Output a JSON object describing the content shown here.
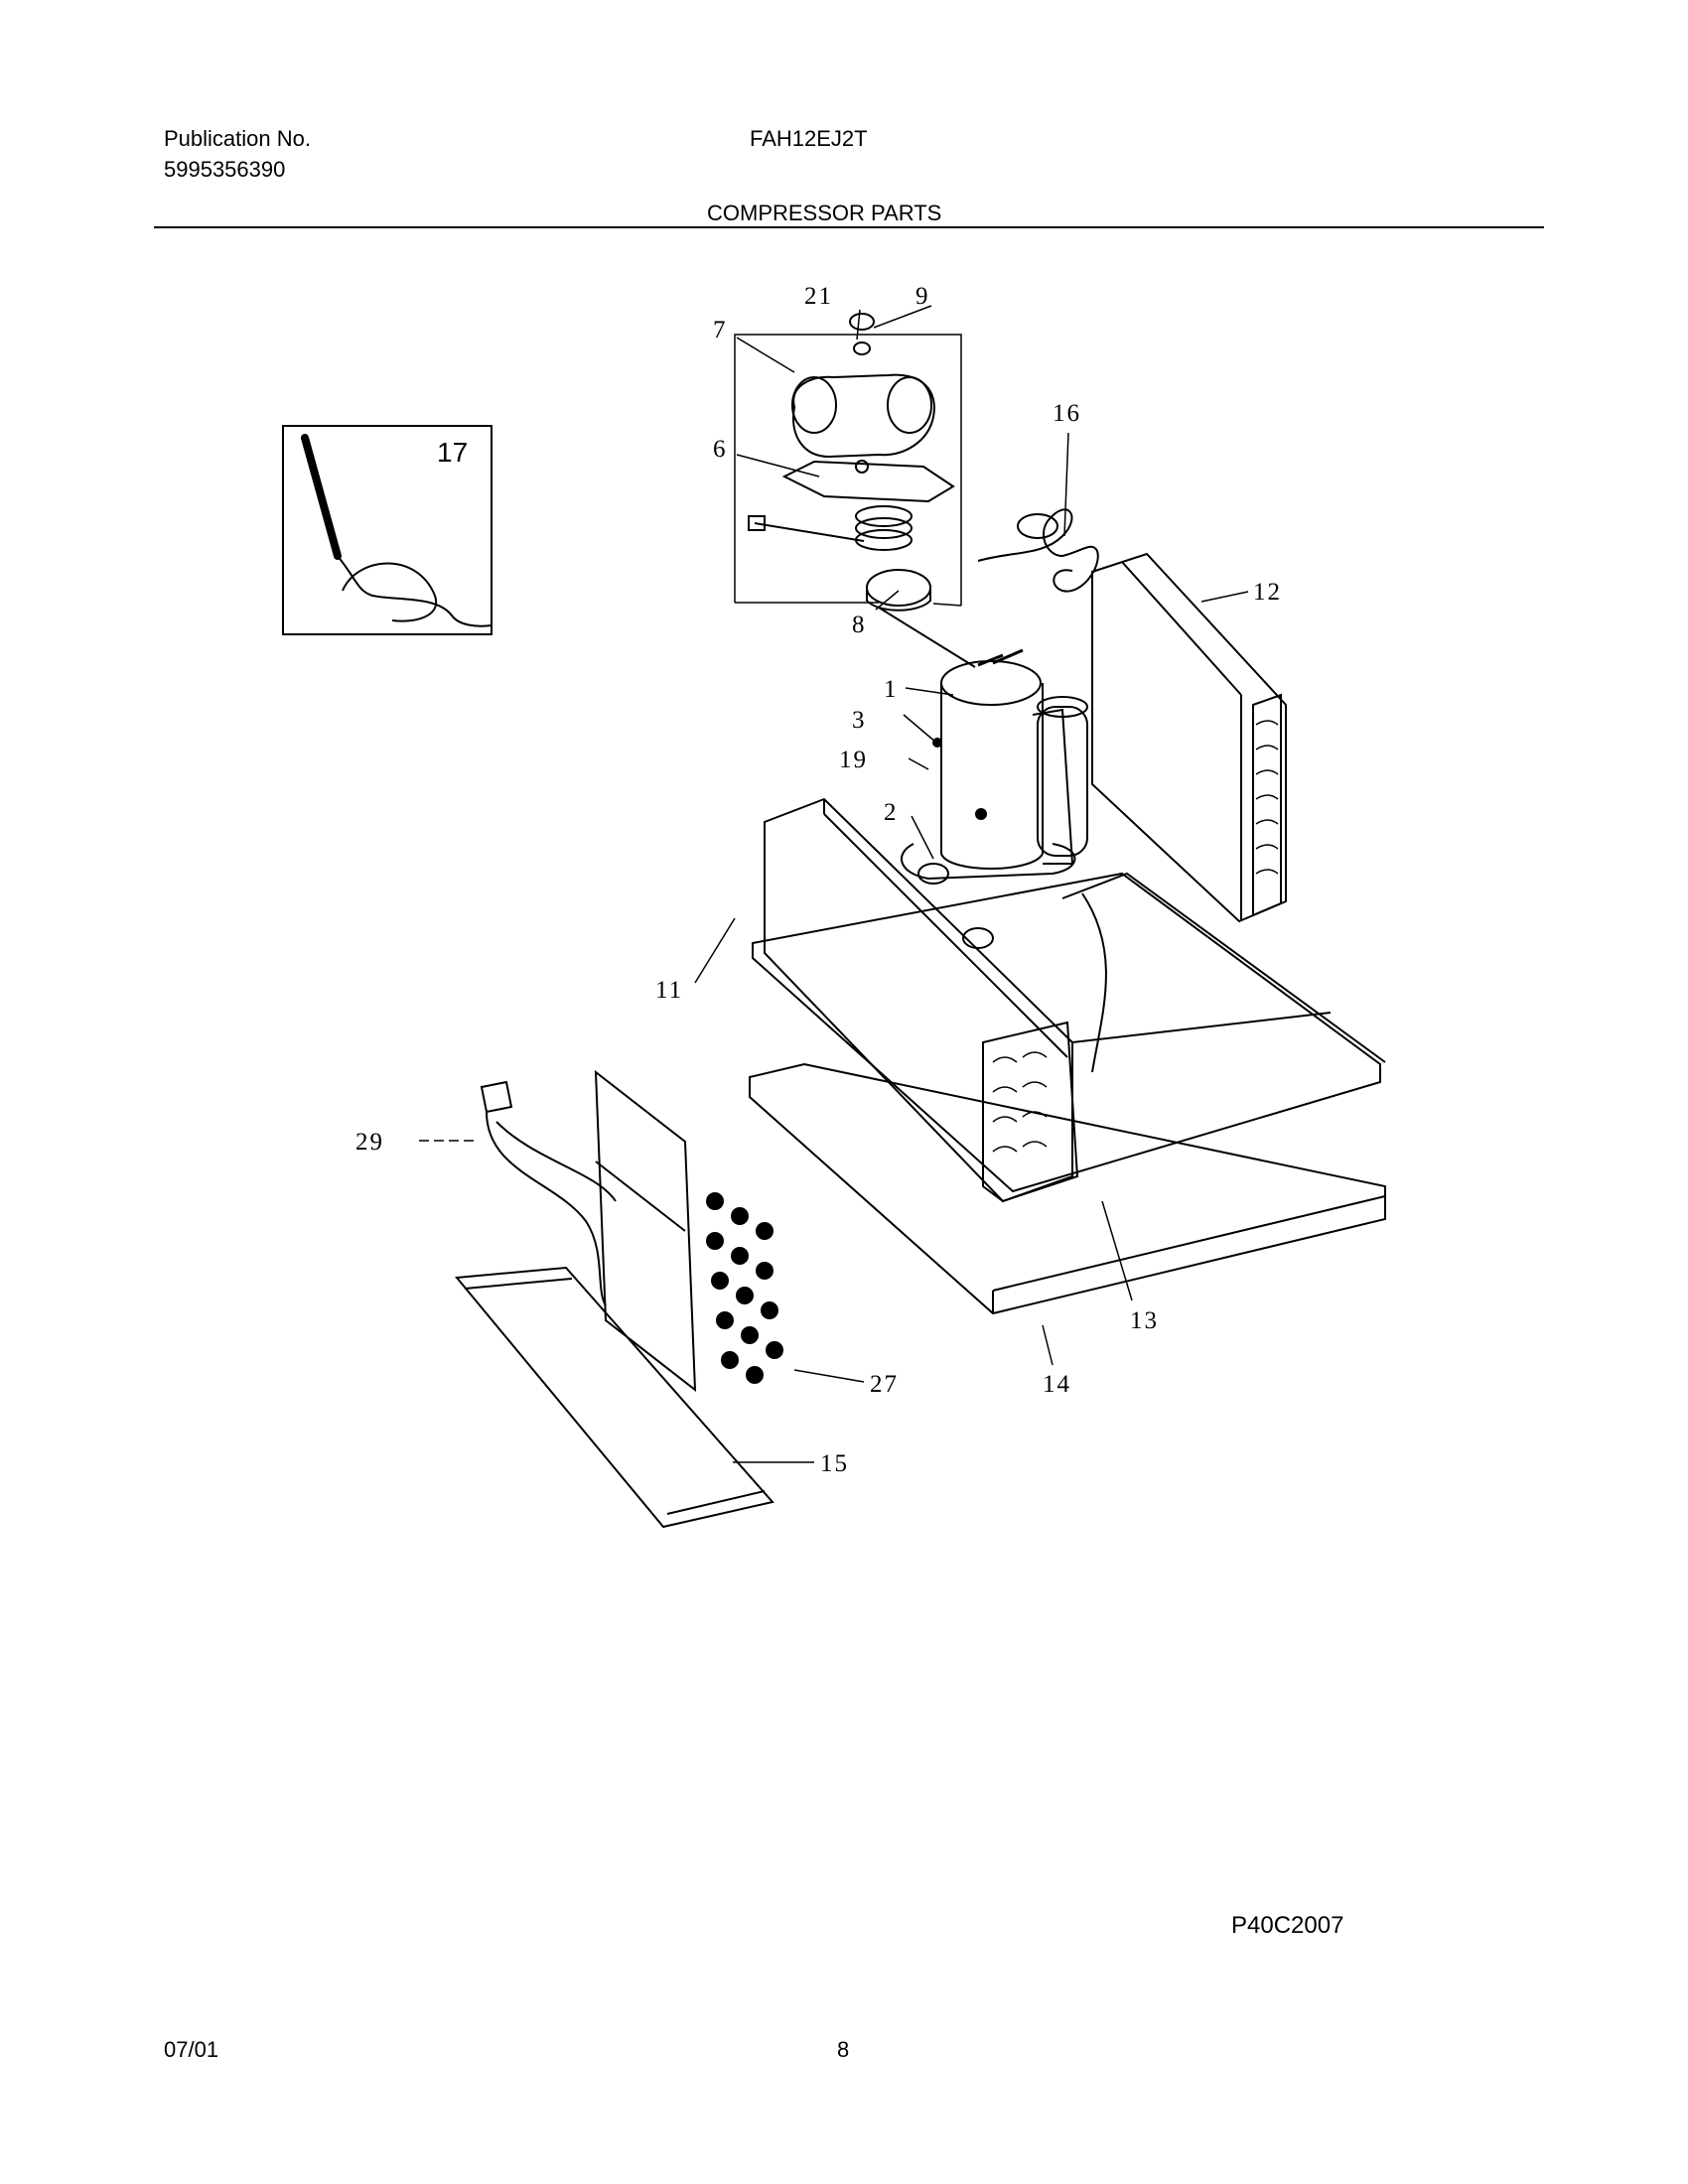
{
  "header": {
    "publication_label": "Publication No.",
    "publication_number": "5995356390",
    "model": "FAH12EJ2T",
    "section_title": "COMPRESSOR PARTS"
  },
  "inset": {
    "label": "17"
  },
  "callouts": {
    "c21": "21",
    "c9": "9",
    "c7": "7",
    "c6": "6",
    "c16": "16",
    "c12": "12",
    "c8": "8",
    "c1": "1",
    "c3": "3",
    "c19": "19",
    "c2": "2",
    "c11": "11",
    "c29": "29",
    "c13": "13",
    "c14": "14",
    "c27": "27",
    "c15": "15"
  },
  "footer": {
    "reference_code": "P40C2007",
    "date": "07/01",
    "page_number": "8"
  }
}
